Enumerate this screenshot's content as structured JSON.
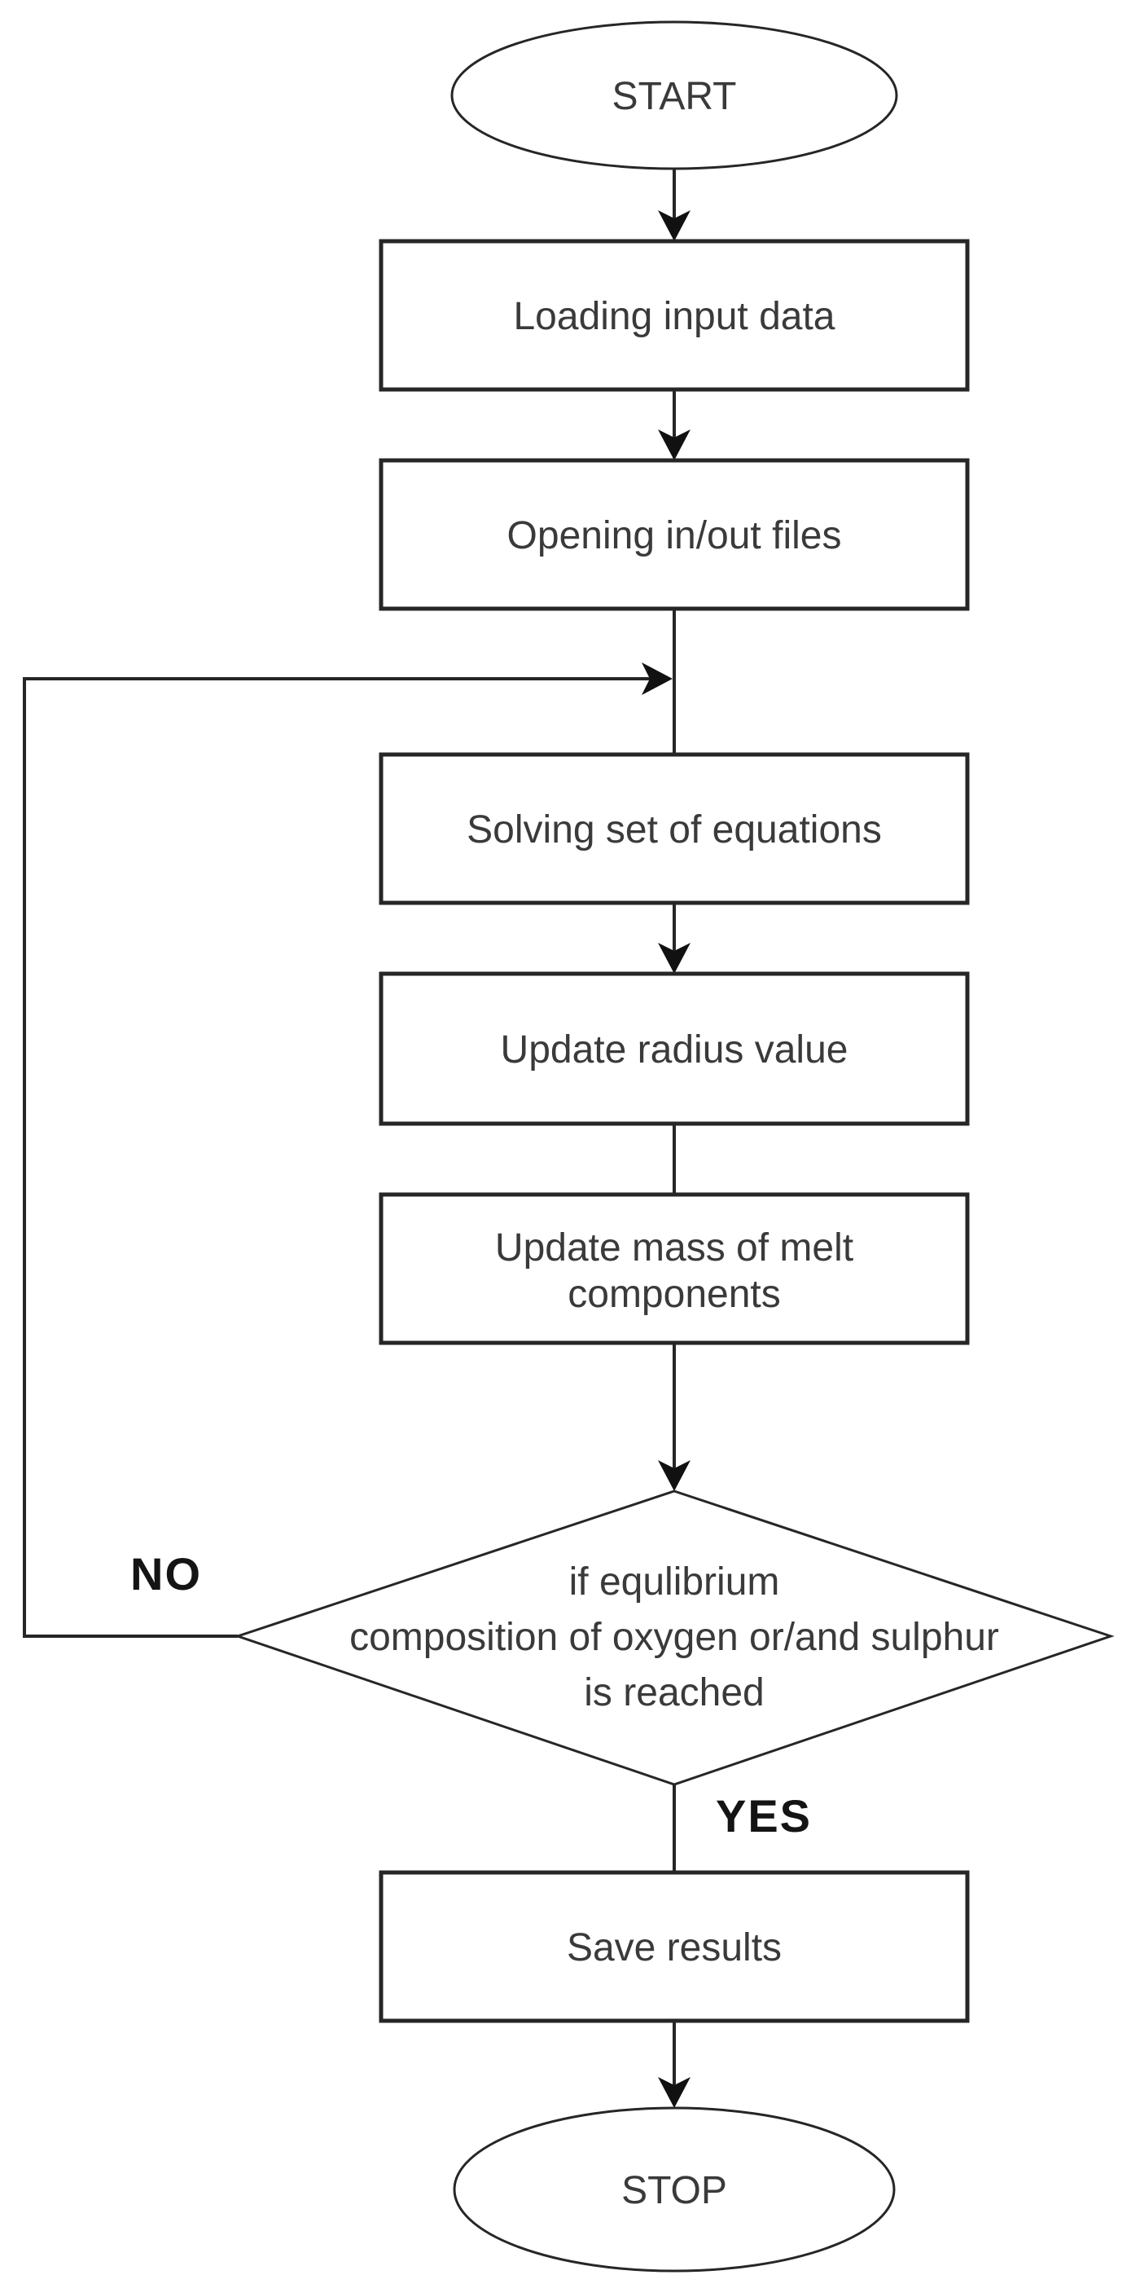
{
  "flowchart": {
    "terminals": {
      "start": "START",
      "stop": "STOP"
    },
    "processes": {
      "loading_input": "Loading input data",
      "opening_files": "Opening in/out files",
      "solving_equations": "Solving set of equations",
      "update_radius": "Update radius value",
      "update_mass": {
        "line1": "Update mass of melt",
        "line2": "components"
      },
      "save_results": "Save results"
    },
    "decision": {
      "line1": "if equlibrium",
      "line2": "composition of oxygen or/and sulphur",
      "line3": "is reached"
    },
    "branch_labels": {
      "no": "NO",
      "yes": "YES"
    },
    "colors": {
      "stroke": "#262626",
      "text": "#3a3a3a",
      "branch_text": "#141414",
      "background": "#ffffff"
    }
  }
}
